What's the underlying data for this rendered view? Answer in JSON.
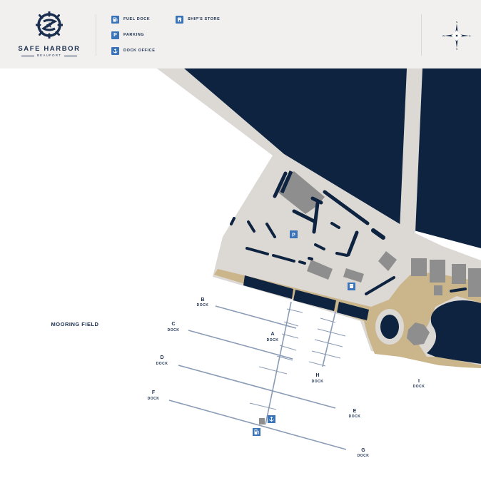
{
  "brand": {
    "name": "SAFE HARBOR",
    "location": "BEAUFORT"
  },
  "legend": [
    {
      "label": "FUEL DOCK",
      "icon": "fuel-pump-icon"
    },
    {
      "label": "PARKING",
      "icon": "parking-icon",
      "glyph": "P"
    },
    {
      "label": "DOCK OFFICE",
      "icon": "anchor-icon"
    },
    {
      "label": "SHIP'S STORE",
      "icon": "store-icon"
    }
  ],
  "compass": {
    "icon": "compass-rose-icon",
    "directions": {
      "n": "N",
      "e": "E",
      "s": "S",
      "w": "W"
    }
  },
  "areas": {
    "mooring_field": "MOORING FIELD"
  },
  "docks": [
    {
      "id": "b",
      "letter": "B",
      "suffix": "DOCK"
    },
    {
      "id": "c",
      "letter": "C",
      "suffix": "DOCK"
    },
    {
      "id": "a",
      "letter": "A",
      "suffix": "DOCK"
    },
    {
      "id": "d",
      "letter": "D",
      "suffix": "DOCK"
    },
    {
      "id": "h",
      "letter": "H",
      "suffix": "DOCK"
    },
    {
      "id": "i",
      "letter": "I",
      "suffix": "DOCK"
    },
    {
      "id": "f",
      "letter": "F",
      "suffix": "DOCK"
    },
    {
      "id": "e",
      "letter": "E",
      "suffix": "DOCK"
    },
    {
      "id": "g",
      "letter": "G",
      "suffix": "DOCK"
    }
  ],
  "map_markers": {
    "parking": "P"
  },
  "colors": {
    "water_dark": "#0e2340",
    "land": "#dcd8d4",
    "sand": "#cbb68c",
    "building": "#8e8e8e",
    "accent_blue": "#3a73b8",
    "dock_line": "#8a9bb5",
    "header_bg": "#f1f0ee"
  }
}
